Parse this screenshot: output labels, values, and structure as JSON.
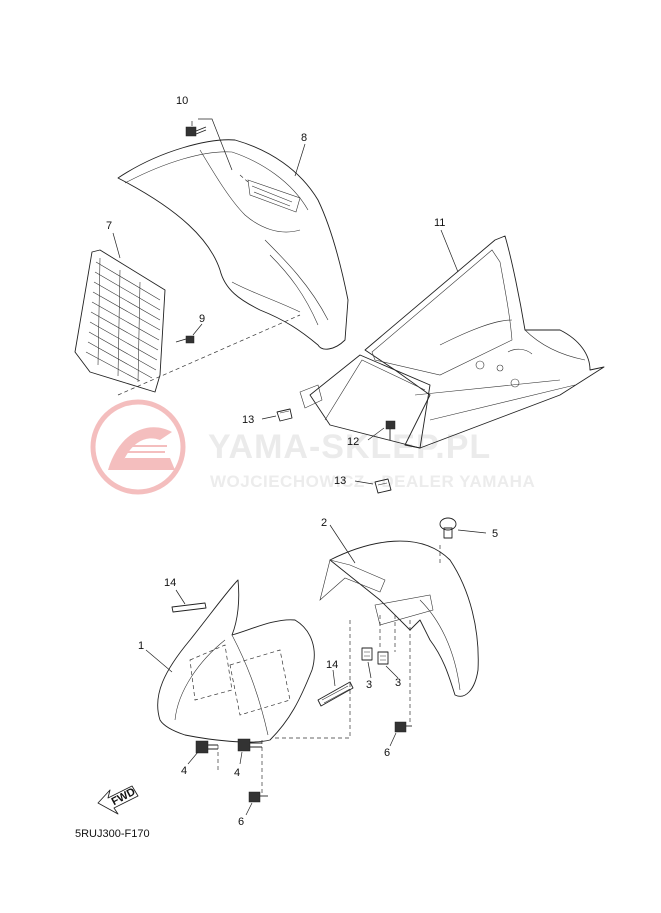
{
  "watermark": {
    "title": "YAMA-SKLEP.PL",
    "subtitle": "WOJCIECHOWICZ - DEALER YAMAHA",
    "logo_color": "#e04848"
  },
  "diagram_code": "5RUJ300-F170",
  "fwd_label": "FWD",
  "callouts": {
    "c1": "1",
    "c2": "2",
    "c3a": "3",
    "c3b": "3",
    "c4a": "4",
    "c4b": "4",
    "c5": "5",
    "c6a": "6",
    "c6b": "6",
    "c7": "7",
    "c8": "8",
    "c9": "9",
    "c10": "10",
    "c11": "11",
    "c12": "12",
    "c13a": "13",
    "c13b": "13",
    "c14a": "14",
    "c14b": "14"
  }
}
